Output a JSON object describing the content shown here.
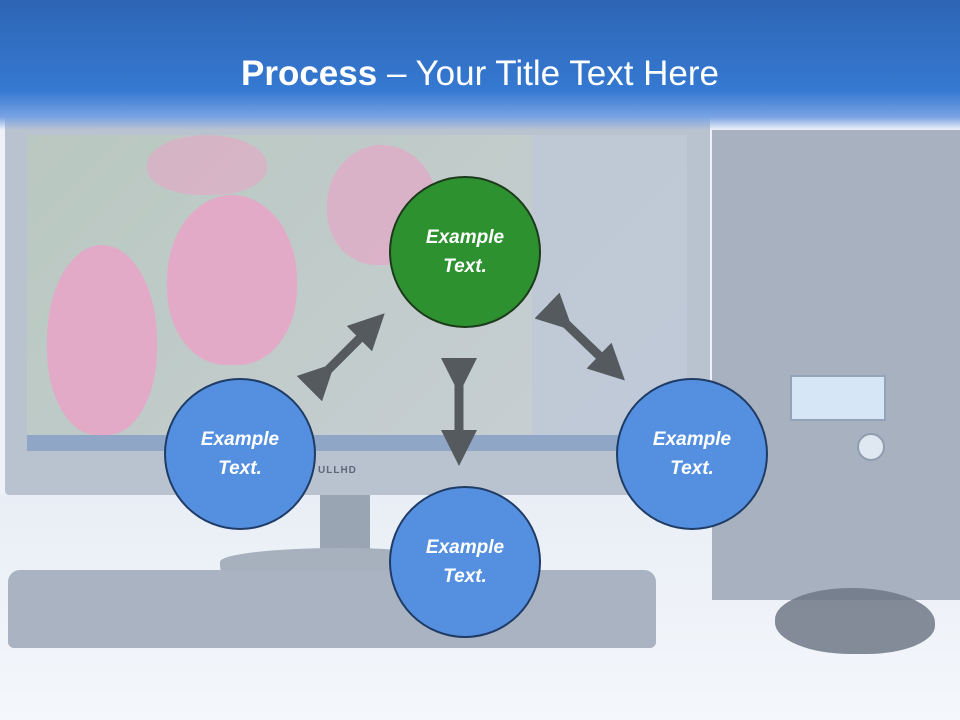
{
  "header": {
    "title_bold": "Process",
    "title_rest": " – Your Title Text Here"
  },
  "background": {
    "monitor_brand": "ULLHD"
  },
  "diagram": {
    "nodes": [
      {
        "id": "top",
        "color": "green",
        "line1": "Example",
        "line2": "Text."
      },
      {
        "id": "left",
        "color": "blue",
        "line1": "Example",
        "line2": "Text."
      },
      {
        "id": "right",
        "color": "blue",
        "line1": "Example",
        "line2": "Text."
      },
      {
        "id": "bottom",
        "color": "blue",
        "line1": "Example",
        "line2": "Text."
      }
    ],
    "colors": {
      "node_blue": "#5590e0",
      "node_green": "#2e9130",
      "arrow": "#555a5f",
      "header": "#3579d2"
    }
  }
}
